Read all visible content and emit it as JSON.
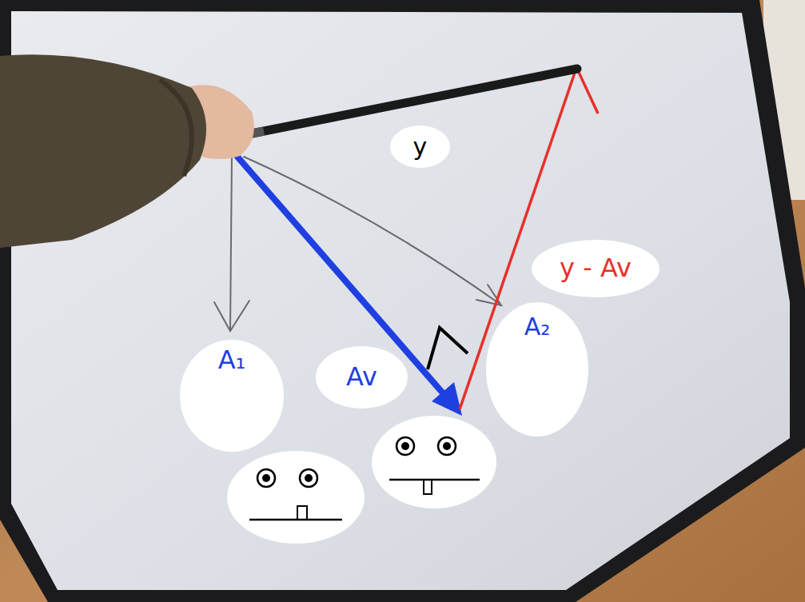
{
  "diagram": {
    "nodes": [
      {
        "text": [
          "y"
        ]
      },
      {
        "text": [
          "y - Av"
        ]
      },
      {
        "text": [
          "A₁"
        ]
      },
      {
        "text": [
          "Av"
        ]
      },
      {
        "text": [
          "A₂"
        ]
      }
    ]
  }
}
